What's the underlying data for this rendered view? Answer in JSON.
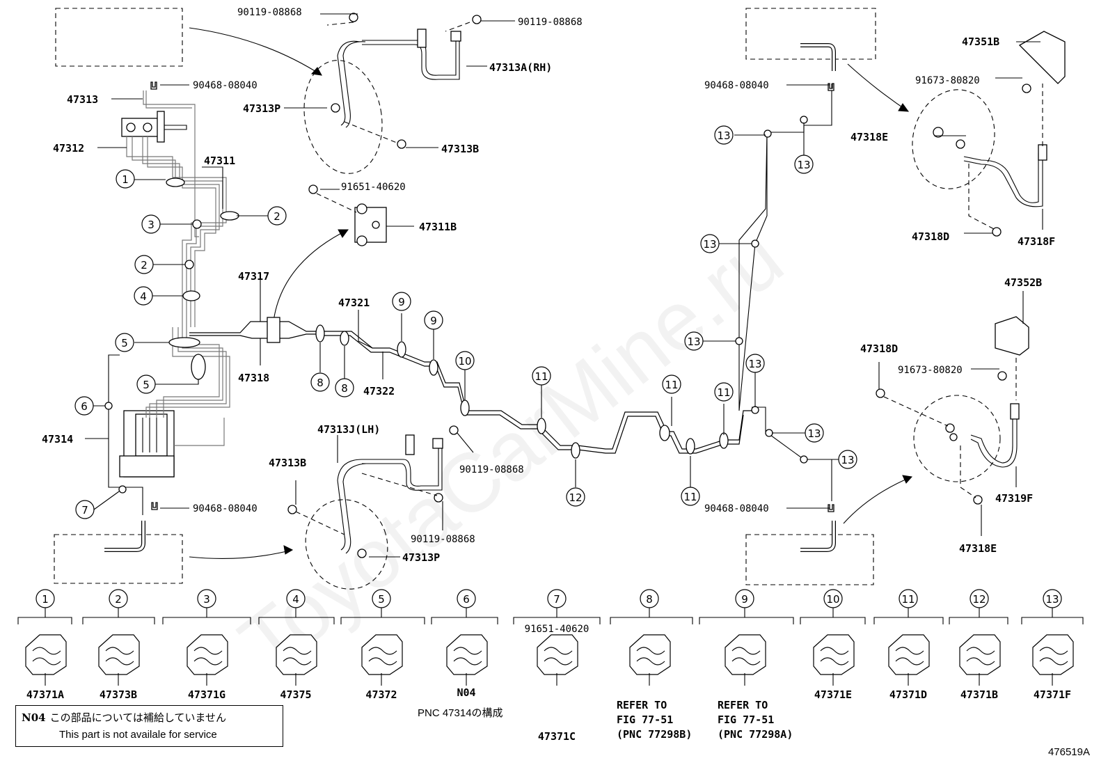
{
  "diagram": {
    "figure_id": "476519A",
    "labels": {
      "p47313": "47313",
      "p47312": "47312",
      "p47311": "47311",
      "p47314": "47314",
      "p47317": "47317",
      "p47318": "47318",
      "p47321": "47321",
      "p47322": "47322",
      "p47311B": "47311B",
      "p47313A": "47313A(RH)",
      "p47313P_top": "47313P",
      "p47313B_top": "47313B",
      "p47313J": "47313J(LH)",
      "p47313B_bot": "47313B",
      "p47313P_bot": "47313P",
      "p47351B": "47351B",
      "p47318E_top": "47318E",
      "p47318D_top": "47318D",
      "p47318F": "47318F",
      "p47352B": "47352B",
      "p47318D_bot": "47318D",
      "p47319F": "47319F",
      "p47318E_bot": "47318E",
      "b90119_1": "90119-08868",
      "b90119_2": "90119-08868",
      "b90119_3": "90119-08868",
      "b90119_4": "90119-08868",
      "c90468_1": "90468-08040",
      "c90468_2": "90468-08040",
      "c90468_3": "90468-08040",
      "c90468_4": "90468-08040",
      "b91651": "91651-40620",
      "b91673_1": "91673-80820",
      "b91673_2": "91673-80820"
    },
    "callouts": {
      "c1": "1",
      "c2a": "2",
      "c2b": "2",
      "c3": "3",
      "c4": "4",
      "c5a": "5",
      "c5b": "5",
      "c6": "6",
      "c7": "7",
      "c8a": "8",
      "c8b": "8",
      "c9a": "9",
      "c9b": "9",
      "c10": "10",
      "c11a": "11",
      "c11b": "11",
      "c11c": "11",
      "c11d": "11",
      "c12": "12",
      "c13a": "13",
      "c13b": "13",
      "c13c": "13",
      "c13d": "13",
      "c13e": "13",
      "c13f": "13",
      "c13g": "13"
    },
    "legend": [
      {
        "num": "1",
        "part": "47371A"
      },
      {
        "num": "2",
        "part": "47373B"
      },
      {
        "num": "3",
        "part": "47371G"
      },
      {
        "num": "4",
        "part": "47375"
      },
      {
        "num": "5",
        "part": "47372"
      },
      {
        "num": "6",
        "part": "N04"
      },
      {
        "num": "7",
        "part": "47371C",
        "bolt": "91651-40620"
      },
      {
        "num": "8",
        "part": "REFER TO",
        "part2": "FIG 77-51",
        "part3": "(PNC 77298B)"
      },
      {
        "num": "9",
        "part": "REFER TO",
        "part2": "FIG 77-51",
        "part3": "(PNC 77298A)"
      },
      {
        "num": "10",
        "part": "47371E"
      },
      {
        "num": "11",
        "part": "47371D"
      },
      {
        "num": "12",
        "part": "47371B"
      },
      {
        "num": "13",
        "part": "47371F"
      }
    ],
    "pnc_note": "PNC 47314の構成",
    "note": {
      "code": "N04",
      "jp": "この部品については補給していません",
      "en": "This part is not availale for service"
    },
    "watermark": "ToyotaCarMine.ru"
  }
}
